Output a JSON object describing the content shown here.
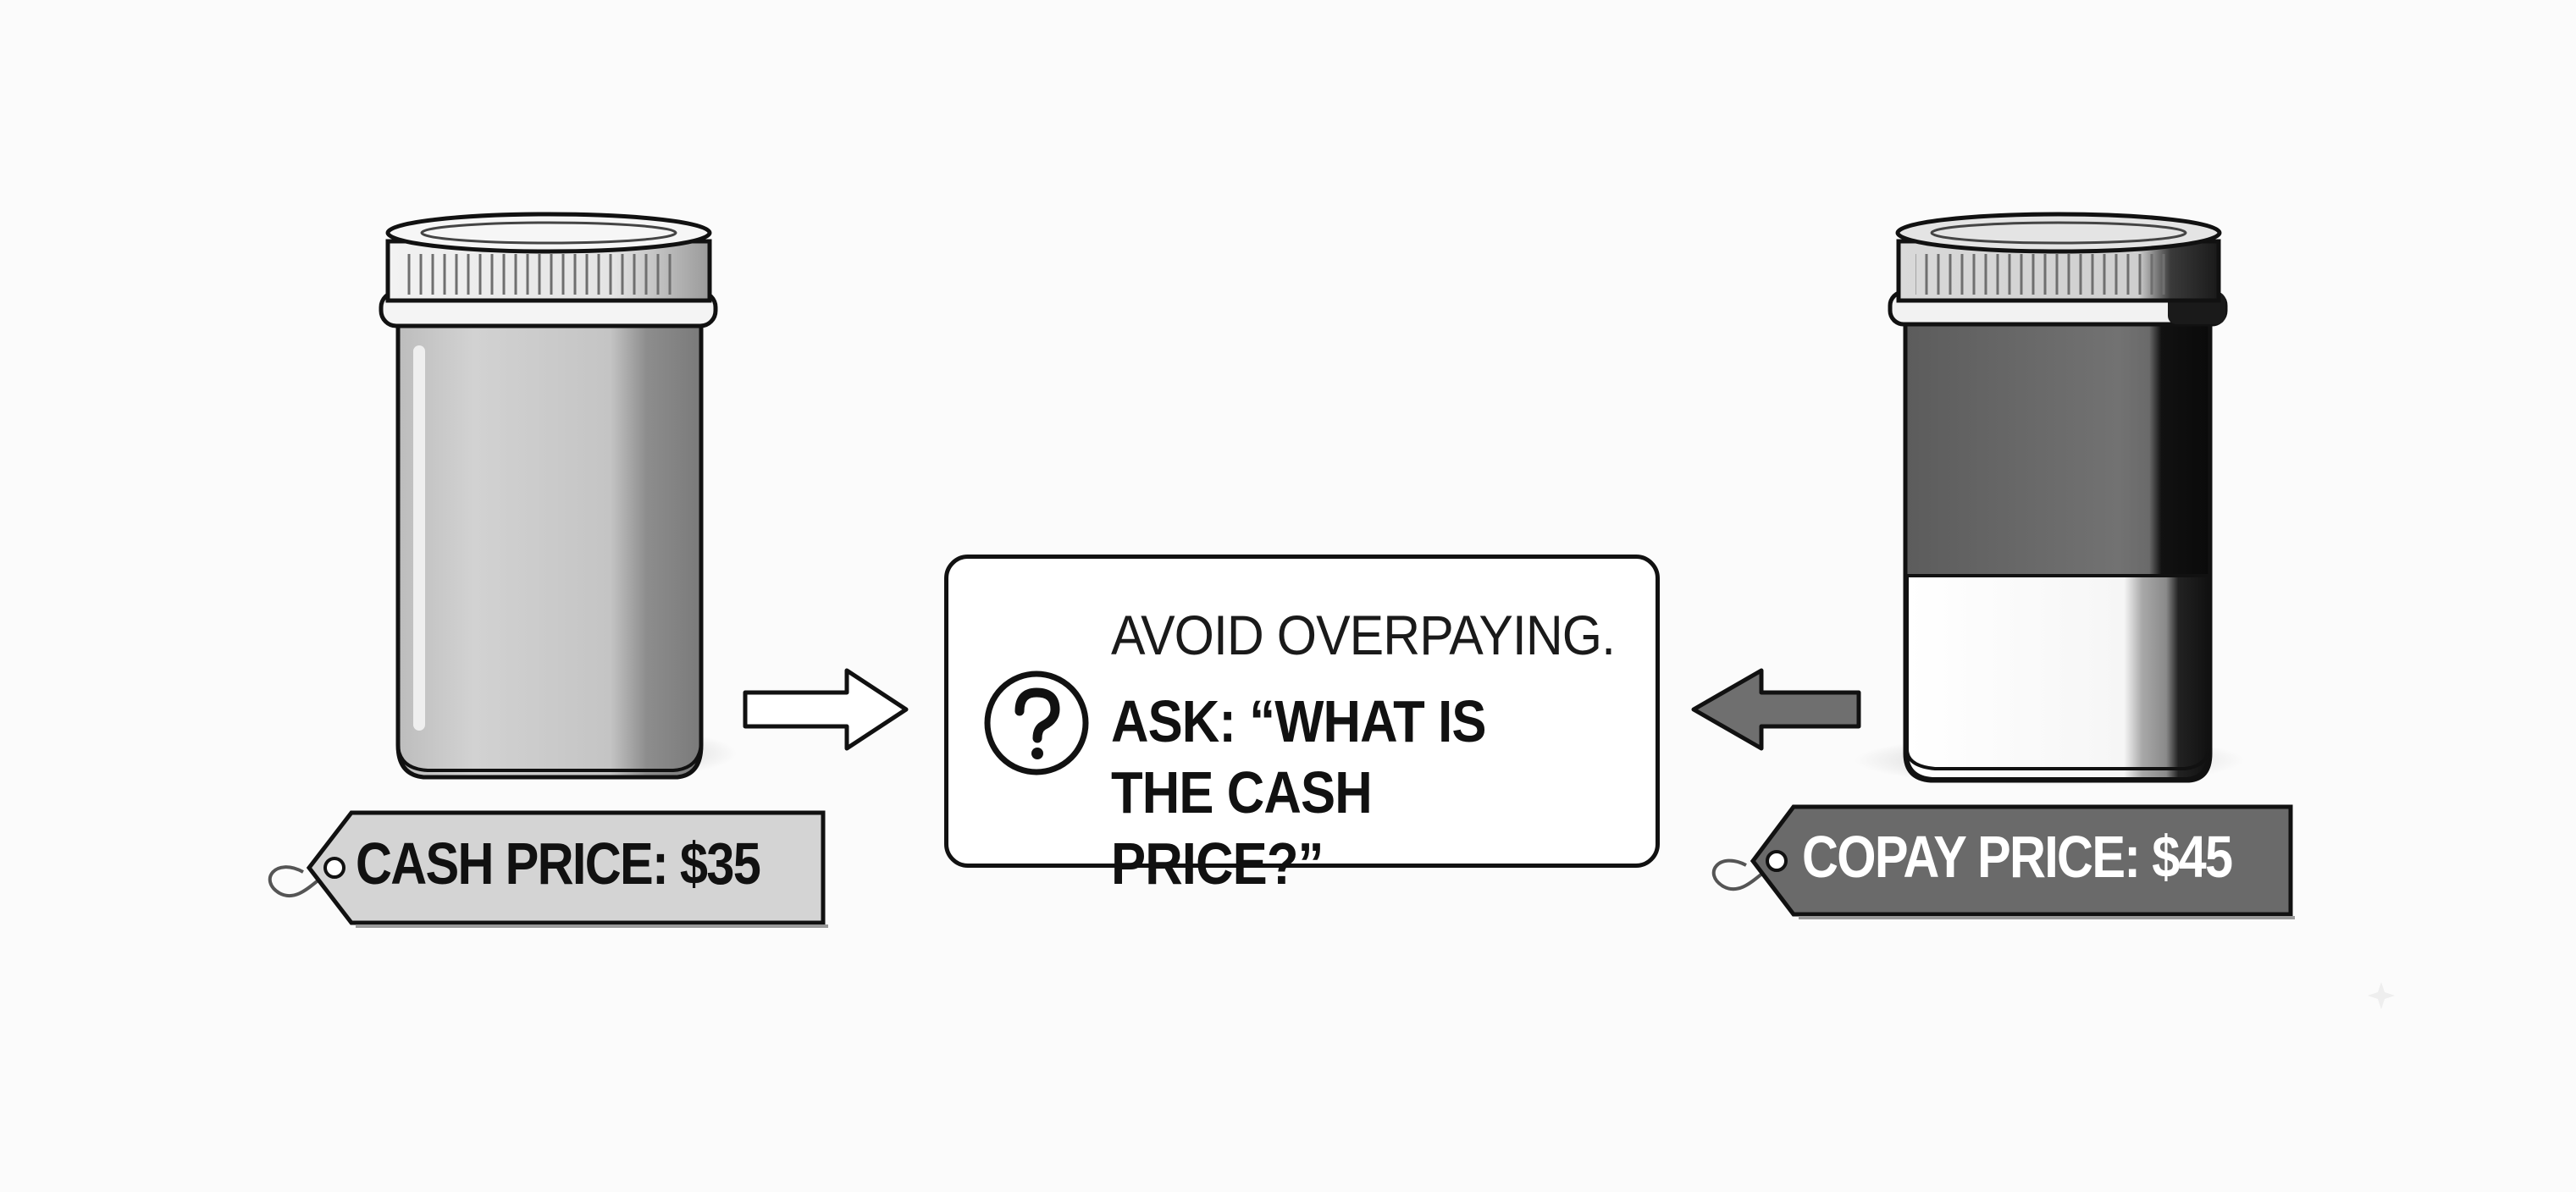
{
  "message": {
    "headline": "AVOID OVERPAYING.",
    "ask": "ASK: “WHAT IS THE CASH PRICE?”",
    "icon": "question-circle-icon"
  },
  "left_bottle": {
    "tag_text": "CASH PRICE: $35",
    "body_color": "#c9c9c9",
    "tag_color": "#d4d4d4"
  },
  "right_bottle": {
    "tag_text": "COPAY PRICE: $45",
    "body_color": "#6e6e6e",
    "tag_color": "#6a6a6a"
  },
  "arrows": {
    "left": "arrow-right-icon",
    "right": "arrow-left-icon"
  }
}
